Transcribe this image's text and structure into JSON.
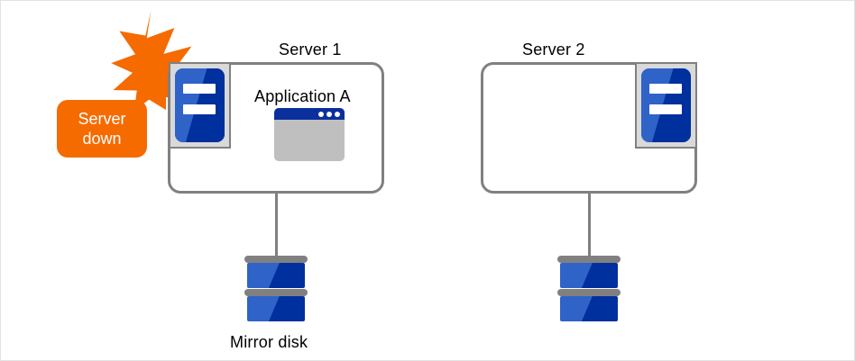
{
  "diagram": {
    "title_hidden": "",
    "background_color": "#ffffff",
    "border_color": "#e3e3e3",
    "colors": {
      "server_blue_light": "#2f63c8",
      "server_blue_dark": "#002f9e",
      "icon_frame_gray": "#d9d9d9",
      "outline_gray": "#808080",
      "window_body_gray": "#bfbfbf",
      "window_titlebar_blue": "#0b2f9c",
      "alert_orange": "#f56b00",
      "text_black": "#000000"
    }
  },
  "alert": {
    "label_line1": "Server",
    "label_line2": "down",
    "icon": "lightning-burst-icon",
    "color": "#f56b00"
  },
  "nodes": [
    {
      "id": "server-1",
      "label": "Server 1",
      "icon": "server-icon",
      "icon_position": "top-left",
      "status": "down",
      "app": {
        "label": "Application  A",
        "icon": "application-window-icon",
        "window_dots": 3
      },
      "storage": {
        "label": "Mirror disk",
        "icon": "disk-icon",
        "platters": 2
      }
    },
    {
      "id": "server-2",
      "label": "Server 2",
      "icon": "server-icon",
      "icon_position": "top-right",
      "status": "standby",
      "app": null,
      "storage": {
        "label": "",
        "icon": "disk-icon",
        "platters": 2
      }
    }
  ]
}
